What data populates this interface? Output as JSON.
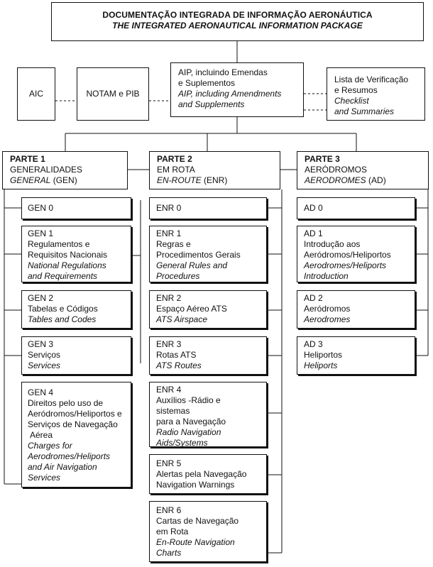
{
  "header": {
    "title_pt": "DOCUMENTAÇÃO INTEGRADA DE INFORMAÇÃO AERONÁUTICA",
    "title_en": "THE INTEGRATED AERONAUTICAL INFORMATION PACKAGE"
  },
  "documents": {
    "aic": "AIC",
    "notam": "NOTAM e PIB",
    "aip_pt_1": "AIP, incluindo Emendas",
    "aip_pt_2": "e Suplementos",
    "aip_en_1": "AIP, including Amendments",
    "aip_en_2": "and Supplements",
    "checklist_pt_1": "Lista de Verificação",
    "checklist_pt_2": "e Resumos",
    "checklist_en_1": "Checklist",
    "checklist_en_2": "and Summaries"
  },
  "parts": [
    {
      "head": "PARTE 1",
      "name_pt": "GENERALIDADES",
      "name_en": "GENERAL",
      "code": " (GEN)",
      "sections": [
        {
          "code": "GEN 0",
          "lines_pt": [],
          "lines_en": []
        },
        {
          "code": "GEN 1",
          "lines_pt": [
            "Regulamentos e",
            "Requisitos Nacionais"
          ],
          "lines_en": [
            "National Regulations",
            "and Requirements"
          ]
        },
        {
          "code": "GEN 2",
          "lines_pt": [
            "Tabelas e Códigos"
          ],
          "lines_en": [
            "Tables and Codes"
          ]
        },
        {
          "code": "GEN 3",
          "lines_pt": [
            "Serviços"
          ],
          "lines_en": [
            "Services"
          ]
        },
        {
          "code": "GEN 4",
          "lines_pt": [
            "Direitos pelo uso de",
            "Aeródromos/Heliportos e",
            "Serviços de Navegação",
            "Aérea"
          ],
          "lines_en": [
            "Charges for",
            "Aerodromes/Heliports",
            "and Air Navigation",
            "Services"
          ]
        }
      ]
    },
    {
      "head": "PARTE 2",
      "name_pt": "EM ROTA",
      "name_en": "EN-ROUTE",
      "code": " (ENR)",
      "sections": [
        {
          "code": "ENR 0",
          "lines_pt": [],
          "lines_en": []
        },
        {
          "code": "ENR 1",
          "lines_pt": [
            "Regras e",
            "Procedimentos Gerais"
          ],
          "lines_en": [
            "General Rules and",
            "Procedures"
          ]
        },
        {
          "code": "ENR 2",
          "lines_pt": [
            "Espaço Aéreo ATS"
          ],
          "lines_en": [
            "ATS Airspace"
          ]
        },
        {
          "code": "ENR 3",
          "lines_pt": [
            "Rotas ATS"
          ],
          "lines_en": [
            "ATS Routes"
          ]
        },
        {
          "code": "ENR 4",
          "lines_pt": [
            "Auxílios -Rádio e",
            "sistemas",
            "para a Navegação"
          ],
          "lines_en": [
            "Radio Navigation",
            "Aids/Systems"
          ]
        },
        {
          "code": "ENR 5",
          "lines_pt": [
            "Alertas pela Navegação",
            "Navigation Warnings"
          ],
          "lines_en": []
        },
        {
          "code": "ENR 6",
          "lines_pt": [
            "Cartas de Navegação",
            "em Rota"
          ],
          "lines_en": [
            "En-Route Navigation",
            "Charts"
          ]
        }
      ]
    },
    {
      "head": "PARTE 3",
      "name_pt": "AERÓDROMOS",
      "name_en": "AERODROMES",
      "code": " (AD)",
      "sections": [
        {
          "code": "AD 0",
          "lines_pt": [],
          "lines_en": []
        },
        {
          "code": "AD 1",
          "lines_pt": [
            "Introdução aos",
            "Aeródromos/Heliportos"
          ],
          "lines_en": [
            "Aerodromes/Heliports",
            "Introduction"
          ]
        },
        {
          "code": "AD 2",
          "lines_pt": [
            "Aeródromos"
          ],
          "lines_en": [
            "Aerodromes"
          ]
        },
        {
          "code": "AD 3",
          "lines_pt": [
            "Heliportos"
          ],
          "lines_en": [
            "Heliports"
          ]
        }
      ]
    }
  ]
}
